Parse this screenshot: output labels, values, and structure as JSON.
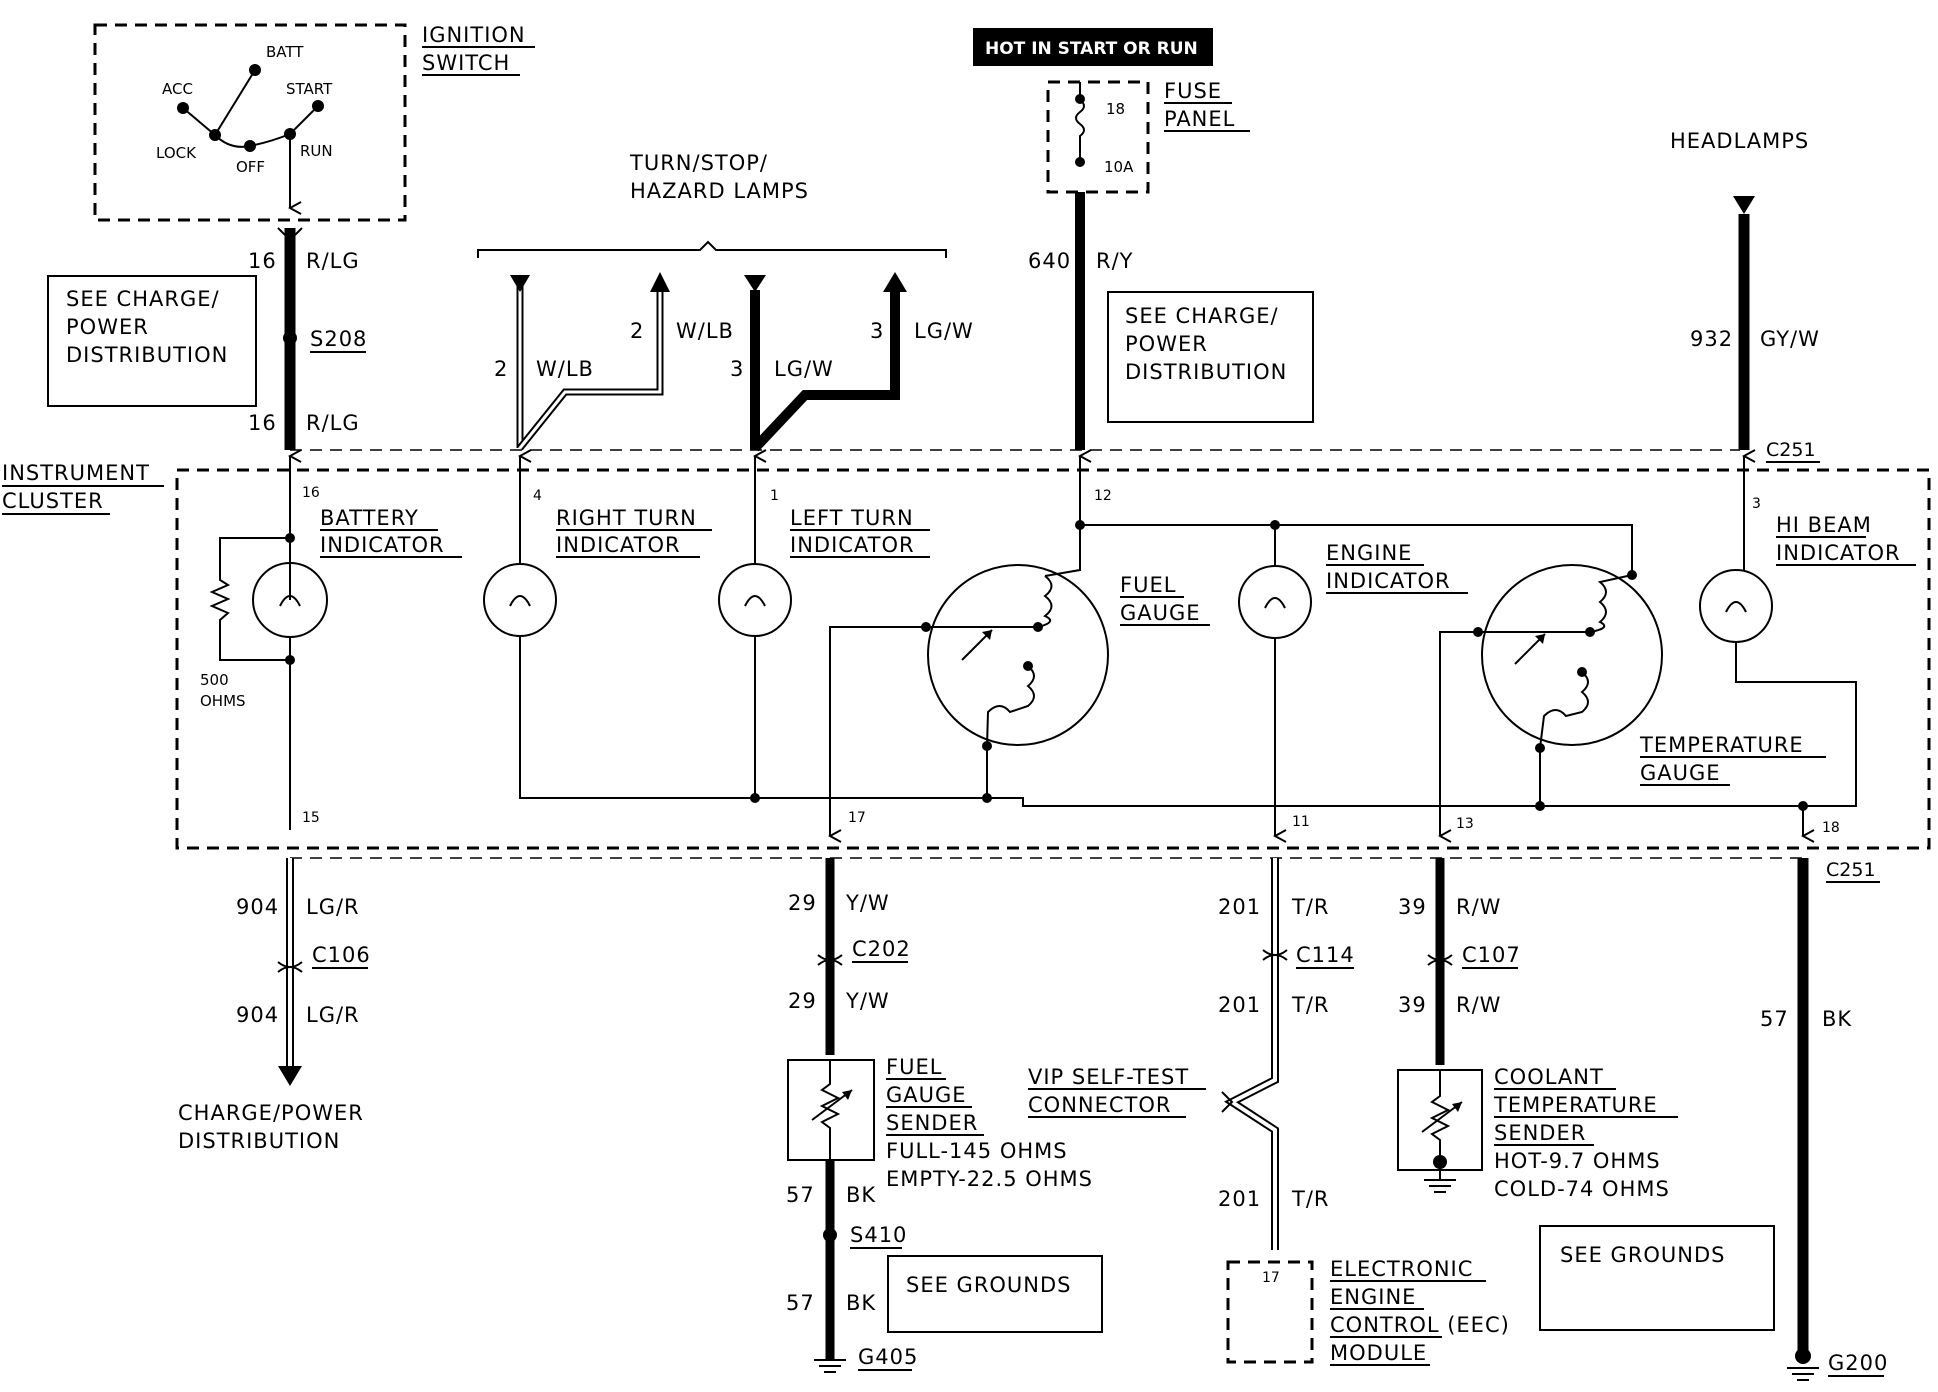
{
  "ignition_switch": {
    "title": [
      "IGNITION",
      "SWITCH"
    ],
    "positions": {
      "batt": "BATT",
      "acc": "ACC",
      "start": "START",
      "lock": "LOCK",
      "off": "OFF",
      "run": "RUN"
    }
  },
  "hot_banner": "HOT IN START OR RUN",
  "fuse_panel": {
    "title": [
      "FUSE",
      "PANEL"
    ],
    "fuse_no": "18",
    "rating": "10A"
  },
  "turn_lamps_title": [
    "TURN/STOP/",
    "HAZARD LAMPS"
  ],
  "headlamps_title": "HEADLAMPS",
  "notes": {
    "see_charge_power": [
      "SEE CHARGE/",
      "POWER",
      "DISTRIBUTION"
    ],
    "see_grounds": "SEE GROUNDS"
  },
  "cluster": {
    "title": [
      "INSTRUMENT",
      "CLUSTER"
    ],
    "battery_indicator": [
      "BATTERY",
      "INDICATOR"
    ],
    "resistor": [
      "500",
      "OHMS"
    ],
    "right_turn_indicator": [
      "RIGHT TURN",
      "INDICATOR"
    ],
    "left_turn_indicator": [
      "LEFT TURN",
      "INDICATOR"
    ],
    "fuel_gauge": [
      "FUEL",
      "GAUGE"
    ],
    "engine_indicator": [
      "ENGINE",
      "INDICATOR"
    ],
    "temperature_gauge": [
      "TEMPERATURE",
      "GAUGE"
    ],
    "hi_beam_indicator": [
      "HI BEAM",
      "INDICATOR"
    ],
    "pins": {
      "batt_in": "16",
      "batt_out": "15",
      "right_turn": "4",
      "left_turn": "1",
      "fuel_in": "12",
      "fuel_out": "17",
      "engine": "11",
      "temp": "13",
      "ground": "18",
      "hi_beam": "3"
    }
  },
  "wires": {
    "ign_top": {
      "circuit": "16",
      "color": "R/LG"
    },
    "ign_bottom": {
      "circuit": "16",
      "color": "R/LG"
    },
    "rt_left": {
      "circuit": "2",
      "color": "W/LB"
    },
    "rt_right": {
      "circuit": "2",
      "color": "W/LB"
    },
    "lt_left": {
      "circuit": "3",
      "color": "LG/W"
    },
    "lt_right": {
      "circuit": "3",
      "color": "LG/W"
    },
    "fuse_out": {
      "circuit": "640",
      "color": "R/Y"
    },
    "headlamp": {
      "circuit": "932",
      "color": "GY/W"
    },
    "chg_top": {
      "circuit": "904",
      "color": "LG/R"
    },
    "chg_bottom": {
      "circuit": "904",
      "color": "LG/R"
    },
    "fuel_top": {
      "circuit": "29",
      "color": "Y/W"
    },
    "fuel_bottom": {
      "circuit": "29",
      "color": "Y/W"
    },
    "fuel_gnd_top": {
      "circuit": "57",
      "color": "BK"
    },
    "fuel_gnd_bottom": {
      "circuit": "57",
      "color": "BK"
    },
    "eng_top": {
      "circuit": "201",
      "color": "T/R"
    },
    "eng_mid": {
      "circuit": "201",
      "color": "T/R"
    },
    "eng_bottom": {
      "circuit": "201",
      "color": "T/R"
    },
    "cool_top": {
      "circuit": "39",
      "color": "R/W"
    },
    "cool_bottom": {
      "circuit": "39",
      "color": "R/W"
    },
    "cluster_gnd": {
      "circuit": "57",
      "color": "BK"
    }
  },
  "connectors": {
    "s208": "S208",
    "c251_top": "C251",
    "c251_bottom": "C251",
    "c106": "C106",
    "c202": "C202",
    "c114": "C114",
    "c107": "C107",
    "s410": "S410",
    "g405": "G405",
    "g200": "G200"
  },
  "charge_power_dest": [
    "CHARGE/POWER",
    "DISTRIBUTION"
  ],
  "fuel_sender": {
    "title": [
      "FUEL",
      "GAUGE",
      "SENDER"
    ],
    "spec": [
      "FULL-145 OHMS",
      "EMPTY-22.5 OHMS"
    ]
  },
  "vip_connector": [
    "VIP SELF-TEST",
    "CONNECTOR"
  ],
  "eec": {
    "title": [
      "ELECTRONIC",
      "ENGINE",
      "CONTROL (EEC)",
      "MODULE"
    ],
    "pin": "17"
  },
  "coolant_sender": {
    "title": [
      "COOLANT",
      "TEMPERATURE",
      "SENDER"
    ],
    "spec": [
      "HOT-9.7 OHMS",
      "COLD-74 OHMS"
    ]
  }
}
